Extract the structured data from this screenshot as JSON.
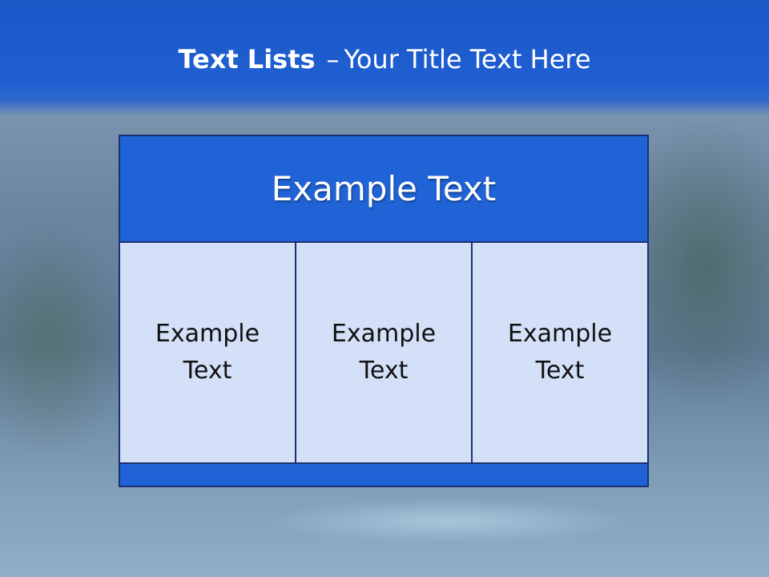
{
  "slide": {
    "title_bold": "Text Lists",
    "title_separator": "–",
    "title_rest": "Your Title Text Here"
  },
  "table": {
    "header_text": "Example Text",
    "cells": [
      {
        "line1": "Example",
        "line2": "Text"
      },
      {
        "line1": "Example",
        "line2": "Text"
      },
      {
        "line1": "Example",
        "line2": "Text"
      }
    ]
  },
  "colors": {
    "header_blue": "#1f5fd1",
    "cell_fill": "#d3e0f8",
    "border": "#1a3170"
  }
}
